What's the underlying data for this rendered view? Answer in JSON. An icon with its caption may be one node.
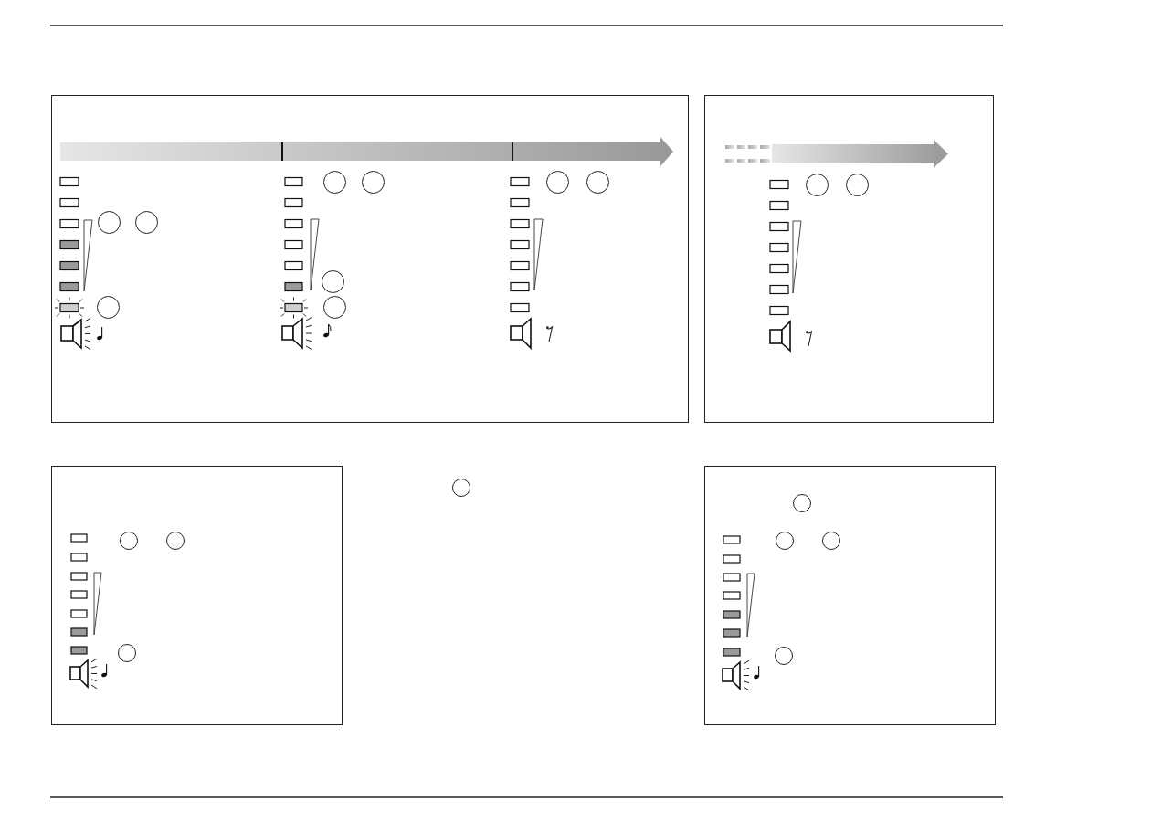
{
  "diagram": {
    "nodes": [
      {
        "text": [],
        "shape": "box"
      },
      {
        "text": [],
        "shape": "circle",
        "in": 0
      },
      {
        "text": [],
        "shape": "circle",
        "in": 0
      },
      {
        "text": [],
        "shape": "circle",
        "in": 0
      },
      {
        "text": [],
        "shape": "circle",
        "in": 0
      },
      {
        "text": [],
        "shape": "circle",
        "in": 0
      },
      {
        "text": [],
        "shape": "circle",
        "in": 0
      },
      {
        "text": [],
        "shape": "circle",
        "in": 0
      },
      {
        "text": [],
        "shape": "circle",
        "in": 0
      },
      {
        "text": [],
        "shape": "circle",
        "in": 0
      },
      {
        "text": [],
        "shape": "box"
      },
      {
        "text": [],
        "shape": "circle",
        "in": 10
      },
      {
        "text": [],
        "shape": "circle",
        "in": 10
      },
      {
        "text": [],
        "shape": "box"
      },
      {
        "text": [],
        "shape": "circle",
        "in": 13
      },
      {
        "text": [],
        "shape": "circle",
        "in": 13
      },
      {
        "text": [],
        "shape": "circle",
        "in": 13
      },
      {
        "text": [],
        "shape": "circle"
      },
      {
        "text": [],
        "shape": "box"
      },
      {
        "text": [],
        "shape": "circle",
        "in": 18
      },
      {
        "text": [],
        "shape": "circle",
        "in": 18
      },
      {
        "text": [],
        "shape": "circle",
        "in": 18
      },
      {
        "text": [],
        "shape": "circle",
        "in": 18
      }
    ]
  }
}
